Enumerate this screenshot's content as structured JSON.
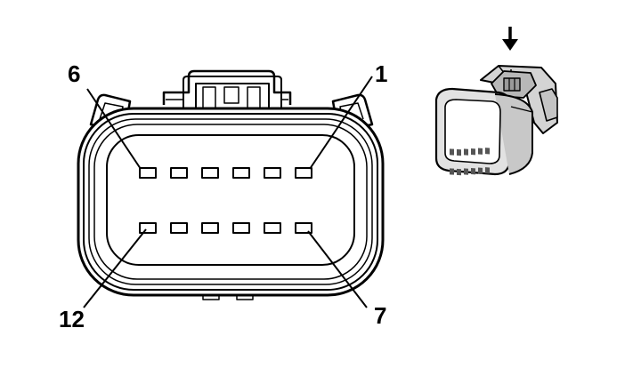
{
  "labels": {
    "pin_top_left": "6",
    "pin_top_right": "1",
    "pin_bottom_left": "12",
    "pin_bottom_right": "7"
  },
  "connector": {
    "cavity_rows": 2,
    "cavities_per_row": 6
  },
  "colors": {
    "stroke": "#000000",
    "fill_light": "#ffffff",
    "fill_shade": "#d4d4d4",
    "fill_dark": "#9a9a9a"
  }
}
